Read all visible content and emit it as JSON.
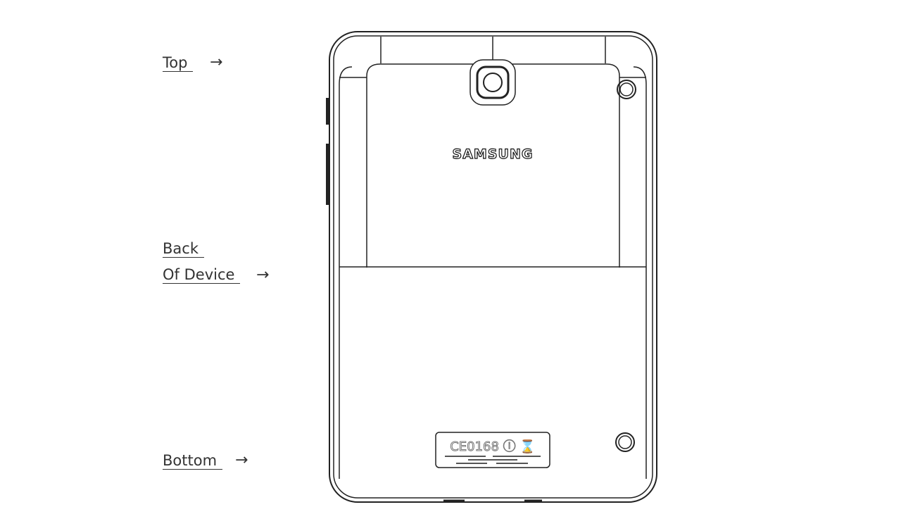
{
  "labels": {
    "top": "Top",
    "back_line1": "Back",
    "back_line2": "Of Device",
    "bottom": "Bottom",
    "arrow": "→"
  },
  "device": {
    "brand_logo": "SAMSUNG",
    "regulatory_marks": "CE0168 ⓘ ⌛"
  },
  "colors": {
    "line": "#222222",
    "background": "#ffffff"
  }
}
